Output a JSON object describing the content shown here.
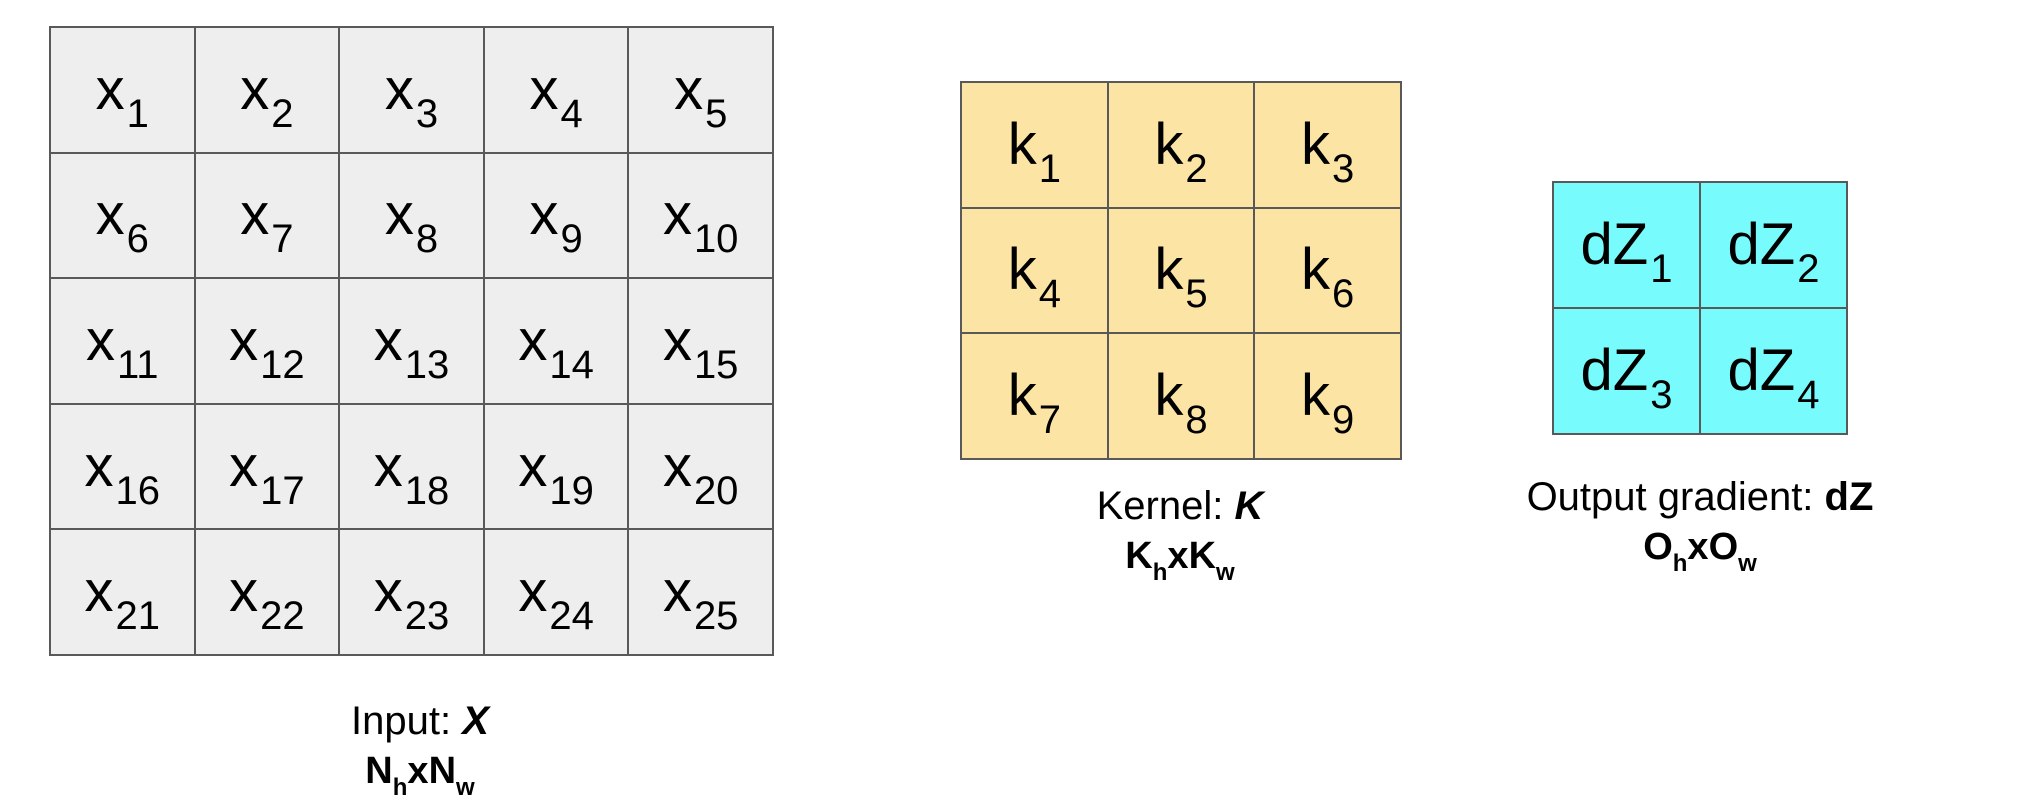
{
  "input": {
    "label": "Input:",
    "symbol": "X",
    "dims": {
      "a": "N",
      "a_sub": "h",
      "x": "x",
      "b": "N",
      "b_sub": "w"
    },
    "cells": [
      {
        "base": "x",
        "sub": "1"
      },
      {
        "base": "x",
        "sub": "2"
      },
      {
        "base": "x",
        "sub": "3"
      },
      {
        "base": "x",
        "sub": "4"
      },
      {
        "base": "x",
        "sub": "5"
      },
      {
        "base": "x",
        "sub": "6"
      },
      {
        "base": "x",
        "sub": "7"
      },
      {
        "base": "x",
        "sub": "8"
      },
      {
        "base": "x",
        "sub": "9"
      },
      {
        "base": "x",
        "sub": "10"
      },
      {
        "base": "x",
        "sub": "11"
      },
      {
        "base": "x",
        "sub": "12"
      },
      {
        "base": "x",
        "sub": "13"
      },
      {
        "base": "x",
        "sub": "14"
      },
      {
        "base": "x",
        "sub": "15"
      },
      {
        "base": "x",
        "sub": "16"
      },
      {
        "base": "x",
        "sub": "17"
      },
      {
        "base": "x",
        "sub": "18"
      },
      {
        "base": "x",
        "sub": "19"
      },
      {
        "base": "x",
        "sub": "20"
      },
      {
        "base": "x",
        "sub": "21"
      },
      {
        "base": "x",
        "sub": "22"
      },
      {
        "base": "x",
        "sub": "23"
      },
      {
        "base": "x",
        "sub": "24"
      },
      {
        "base": "x",
        "sub": "25"
      }
    ]
  },
  "kernel": {
    "label": "Kernel:",
    "symbol": "K",
    "dims": {
      "a": "K",
      "a_sub": "h",
      "x": "x",
      "b": "K",
      "b_sub": "w"
    },
    "cells": [
      {
        "base": "k",
        "sub": "1"
      },
      {
        "base": "k",
        "sub": "2"
      },
      {
        "base": "k",
        "sub": "3"
      },
      {
        "base": "k",
        "sub": "4"
      },
      {
        "base": "k",
        "sub": "5"
      },
      {
        "base": "k",
        "sub": "6"
      },
      {
        "base": "k",
        "sub": "7"
      },
      {
        "base": "k",
        "sub": "8"
      },
      {
        "base": "k",
        "sub": "9"
      }
    ]
  },
  "output": {
    "label": "Output gradient:",
    "symbol": "dZ",
    "dims": {
      "a": "O",
      "a_sub": "h",
      "x": "x",
      "b": "O",
      "b_sub": "w"
    },
    "cells": [
      {
        "base": "dZ",
        "sub": "1"
      },
      {
        "base": "dZ",
        "sub": "2"
      },
      {
        "base": "dZ",
        "sub": "3"
      },
      {
        "base": "dZ",
        "sub": "4"
      }
    ]
  },
  "colors": {
    "input_fill": "#eeeeee",
    "kernel_fill": "#fce5a4",
    "output_fill": "#78fbfc",
    "grid_line": "#595959"
  }
}
